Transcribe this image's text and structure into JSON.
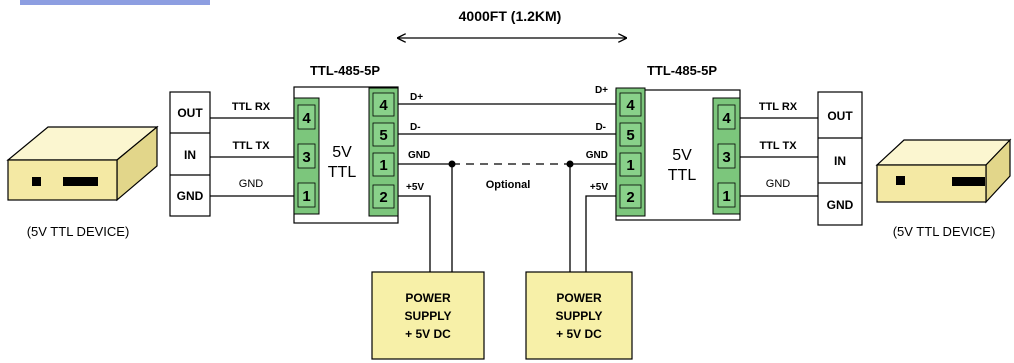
{
  "distance_label": "4000FT (1.2KM)",
  "left_converter": {
    "title": "TTL-485-5P",
    "core_line1": "5V",
    "core_line2": "TTL",
    "ttl_pins": [
      "4",
      "3",
      "1"
    ],
    "rs485_pins": [
      "4",
      "5",
      "1",
      "2"
    ],
    "ttl_signals": [
      "TTL RX",
      "TTL TX",
      "GND"
    ],
    "rs485_signals": [
      "D+",
      "D-",
      "GND",
      "+5V"
    ]
  },
  "right_converter": {
    "title": "TTL-485-5P",
    "core_line1": "5V",
    "core_line2": "TTL",
    "ttl_pins": [
      "4",
      "3",
      "1"
    ],
    "rs485_pins": [
      "4",
      "5",
      "1",
      "2"
    ],
    "ttl_signals": [
      "TTL RX",
      "TTL TX",
      "GND"
    ],
    "rs485_signals": [
      "D+",
      "D-",
      "GND",
      "+5V"
    ]
  },
  "left_device": {
    "ports": [
      "OUT",
      "IN",
      "GND"
    ],
    "label": "(5V TTL DEVICE)"
  },
  "right_device": {
    "ports": [
      "OUT",
      "IN",
      "GND"
    ],
    "label": "(5V TTL DEVICE)"
  },
  "optional_label": "Optional",
  "power_supply": {
    "line1": "POWER",
    "line2": "SUPPLY",
    "line3": "+ 5V DC"
  },
  "colors": {
    "terminal_green": "#7cc67c",
    "supply_yellow": "#f7f0a8",
    "device_yellow": "#f4e9a4",
    "partial_header_blue": "#2f4ec9"
  }
}
